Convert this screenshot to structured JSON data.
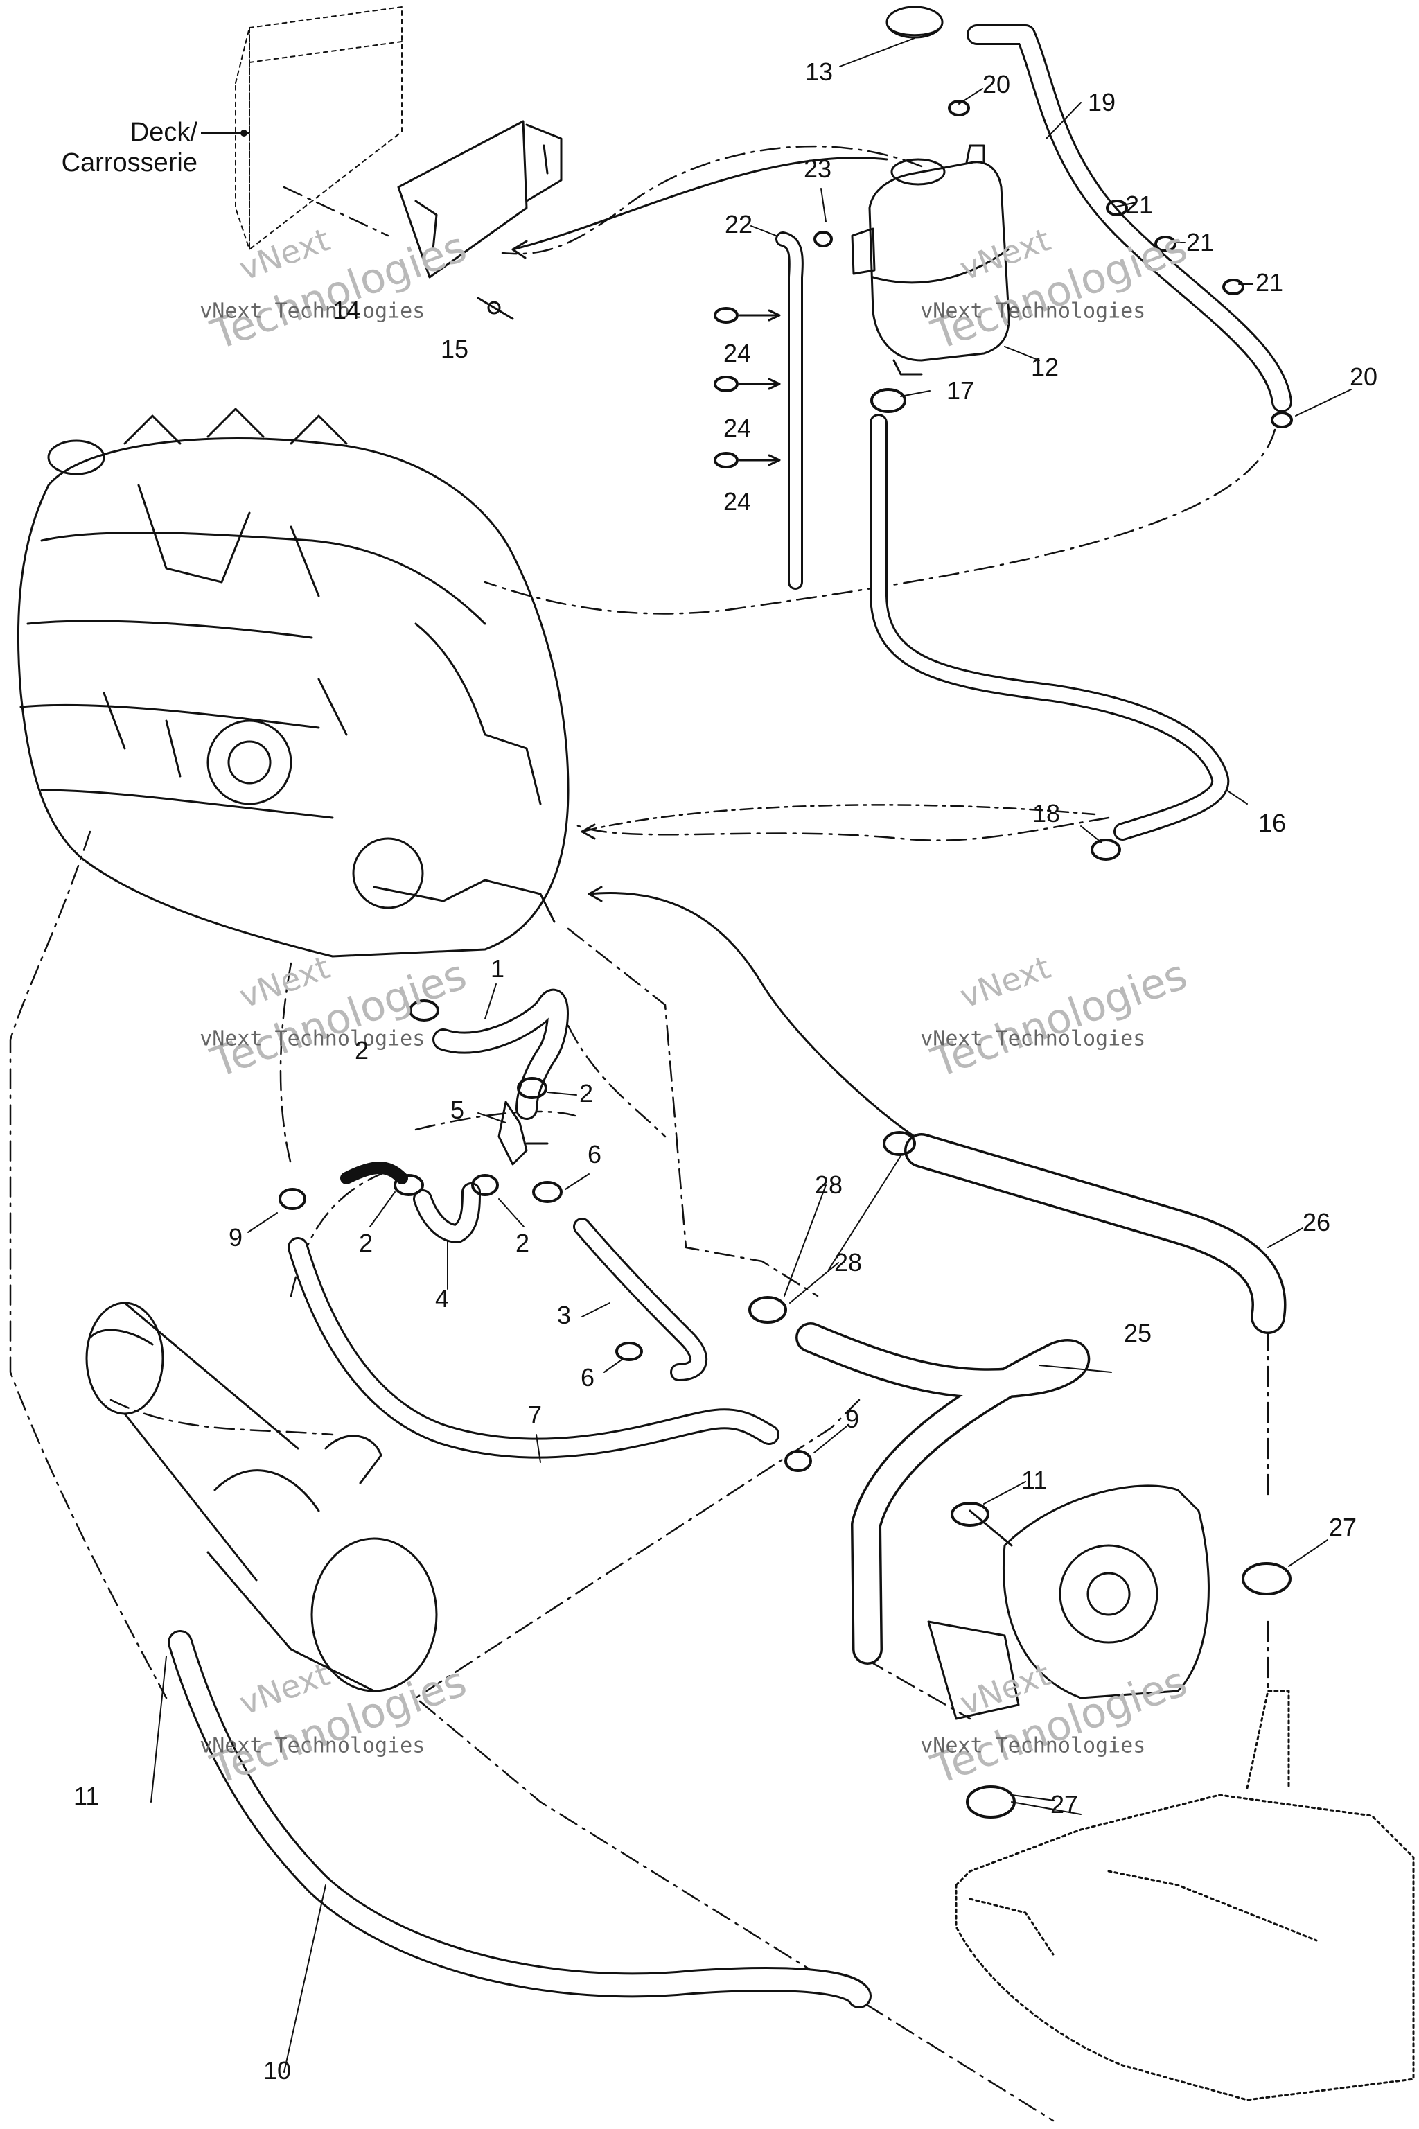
{
  "deck_label": {
    "line1": "Deck/",
    "line2": "Carrosserie"
  },
  "watermark": {
    "brand": "vNext",
    "company": "vNext Technologies",
    "word": "Technologies"
  },
  "callouts": [
    "1",
    "2",
    "2",
    "2",
    "2",
    "3",
    "4",
    "5",
    "6",
    "6",
    "7",
    "9",
    "9",
    "10",
    "11",
    "11",
    "12",
    "13",
    "14",
    "15",
    "16",
    "17",
    "18",
    "19",
    "20",
    "20",
    "21",
    "21",
    "21",
    "22",
    "23",
    "24",
    "24",
    "24",
    "25",
    "26",
    "27",
    "27",
    "28",
    "28"
  ]
}
